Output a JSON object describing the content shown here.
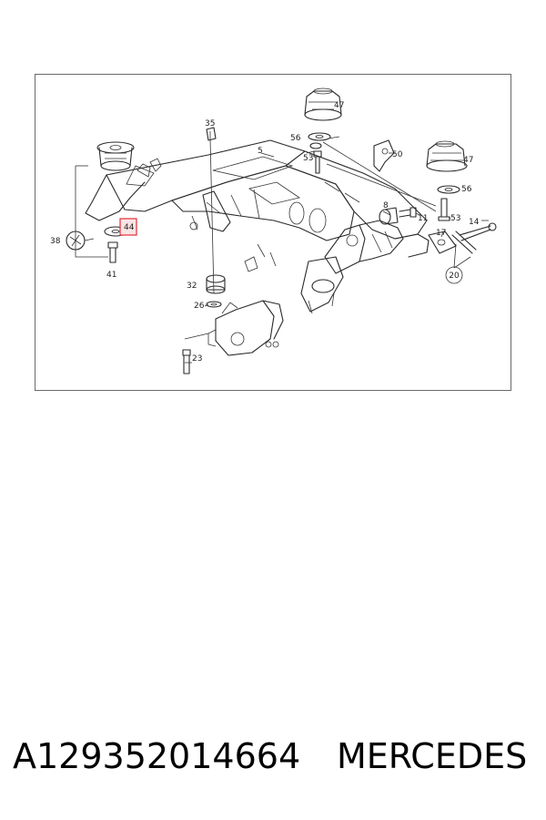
{
  "diagram": {
    "callouts": [
      {
        "id": "c47a",
        "text": "47"
      },
      {
        "id": "c35",
        "text": "35"
      },
      {
        "id": "c56a",
        "text": "56"
      },
      {
        "id": "c5",
        "text": "5"
      },
      {
        "id": "c53a",
        "text": "53"
      },
      {
        "id": "c50",
        "text": "50"
      },
      {
        "id": "c47b",
        "text": "47"
      },
      {
        "id": "c56b",
        "text": "56"
      },
      {
        "id": "c8",
        "text": "8"
      },
      {
        "id": "c11",
        "text": "11"
      },
      {
        "id": "c53b",
        "text": "53"
      },
      {
        "id": "c14",
        "text": "14"
      },
      {
        "id": "c17",
        "text": "17"
      },
      {
        "id": "c20",
        "text": "20"
      },
      {
        "id": "c38",
        "text": "38"
      },
      {
        "id": "c44",
        "text": "44"
      },
      {
        "id": "c41",
        "text": "41"
      },
      {
        "id": "c32",
        "text": "32"
      },
      {
        "id": "c26",
        "text": "26"
      },
      {
        "id": "c23",
        "text": "23"
      }
    ],
    "highlight_color": "#e0303a"
  },
  "caption": {
    "part_number": "A129352014664",
    "brand": "MERCEDES"
  }
}
